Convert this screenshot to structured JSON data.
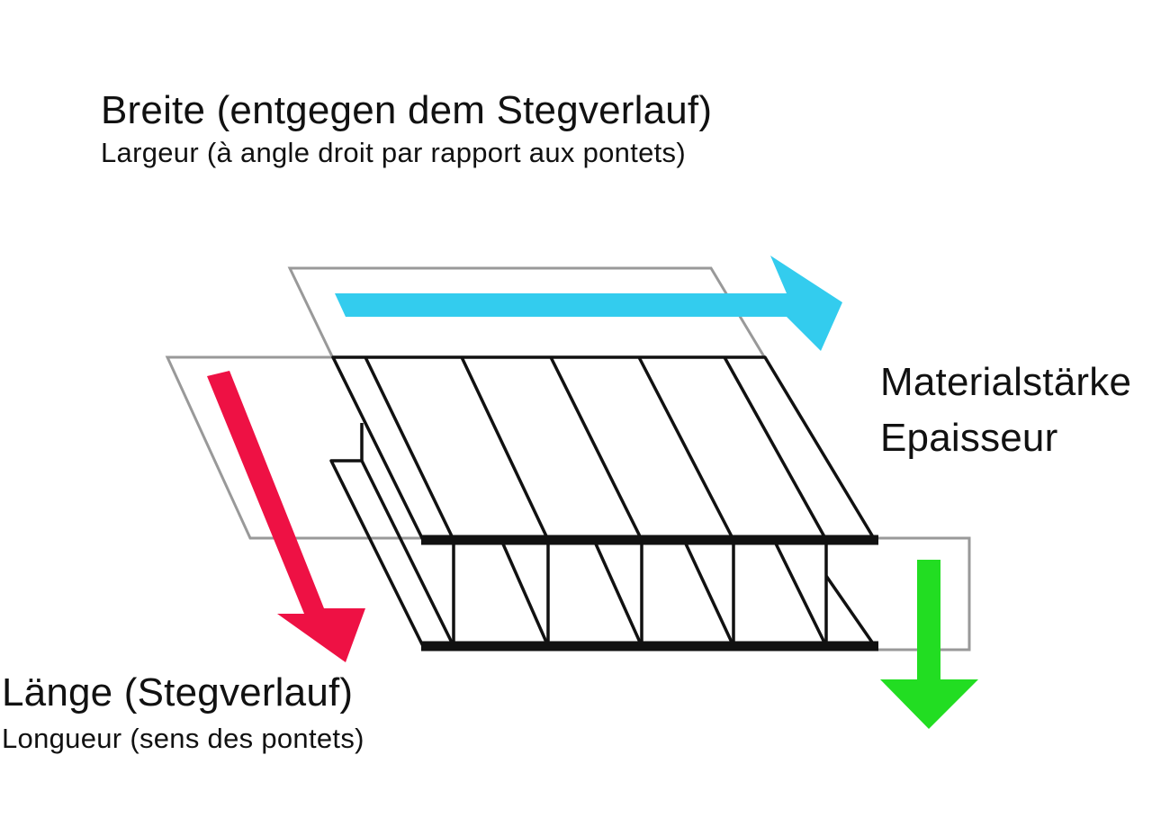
{
  "width_label": {
    "german": "Breite (entgegen dem Stegverlauf)",
    "french": "Largeur (à angle droit par rapport aux pontets)"
  },
  "thickness_label": {
    "german": "Materialstärke",
    "french": "Epaisseur"
  },
  "length_label": {
    "german": "Länge (Stegverlauf)",
    "french": "Longueur (sens des pontets)"
  },
  "colors": {
    "width_arrow": "#33ccee",
    "length_arrow": "#ee1144",
    "thickness_arrow": "#22dd22",
    "outline": "#111111",
    "plane_outline": "#999999",
    "text": "#111111"
  },
  "icons": {
    "width": "arrow-right-icon",
    "length": "arrow-down-right-icon",
    "thickness": "arrow-down-icon"
  }
}
